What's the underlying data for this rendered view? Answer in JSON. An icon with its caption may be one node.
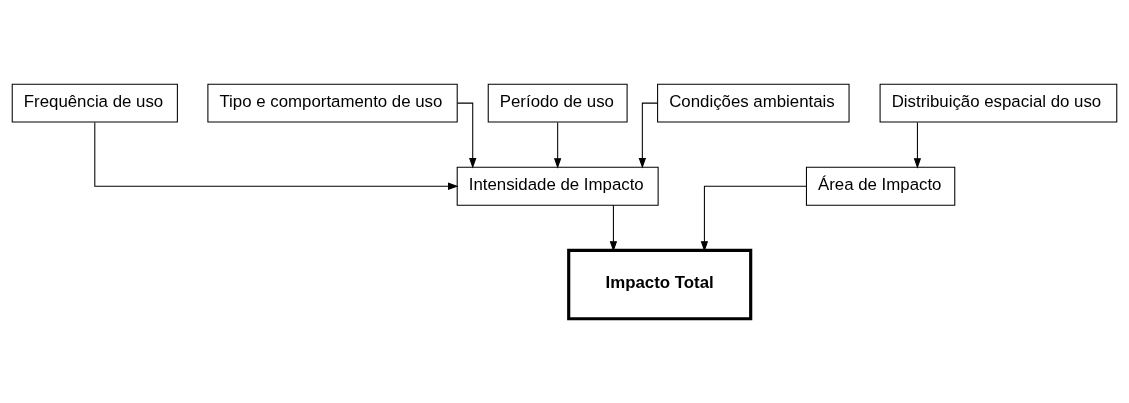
{
  "diagram": {
    "nodes": [
      {
        "text": [
          "Frequência de uso"
        ]
      },
      {
        "text": [
          "Tipo e comportamento de uso"
        ]
      },
      {
        "text": [
          "Período de uso"
        ]
      },
      {
        "text": [
          "Condições ambientais"
        ]
      },
      {
        "text": [
          "Distribuição espacial do uso"
        ]
      },
      {
        "text": [
          "Intensidade de Impacto"
        ]
      },
      {
        "text": [
          "Área de Impacto"
        ]
      },
      {
        "text": [
          "Impacto Total"
        ]
      }
    ],
    "edges": [
      {
        "from": 0,
        "to": 5,
        "arrow": "to"
      },
      {
        "from": 1,
        "to": 5,
        "arrow": "to"
      },
      {
        "from": 2,
        "to": 5,
        "arrow": "to"
      },
      {
        "from": 3,
        "to": 5,
        "arrow": "to"
      },
      {
        "from": 4,
        "to": 6,
        "arrow": "to"
      },
      {
        "from": 5,
        "to": 7,
        "arrow": "to"
      },
      {
        "from": 6,
        "to": 7,
        "arrow": "to"
      }
    ]
  }
}
